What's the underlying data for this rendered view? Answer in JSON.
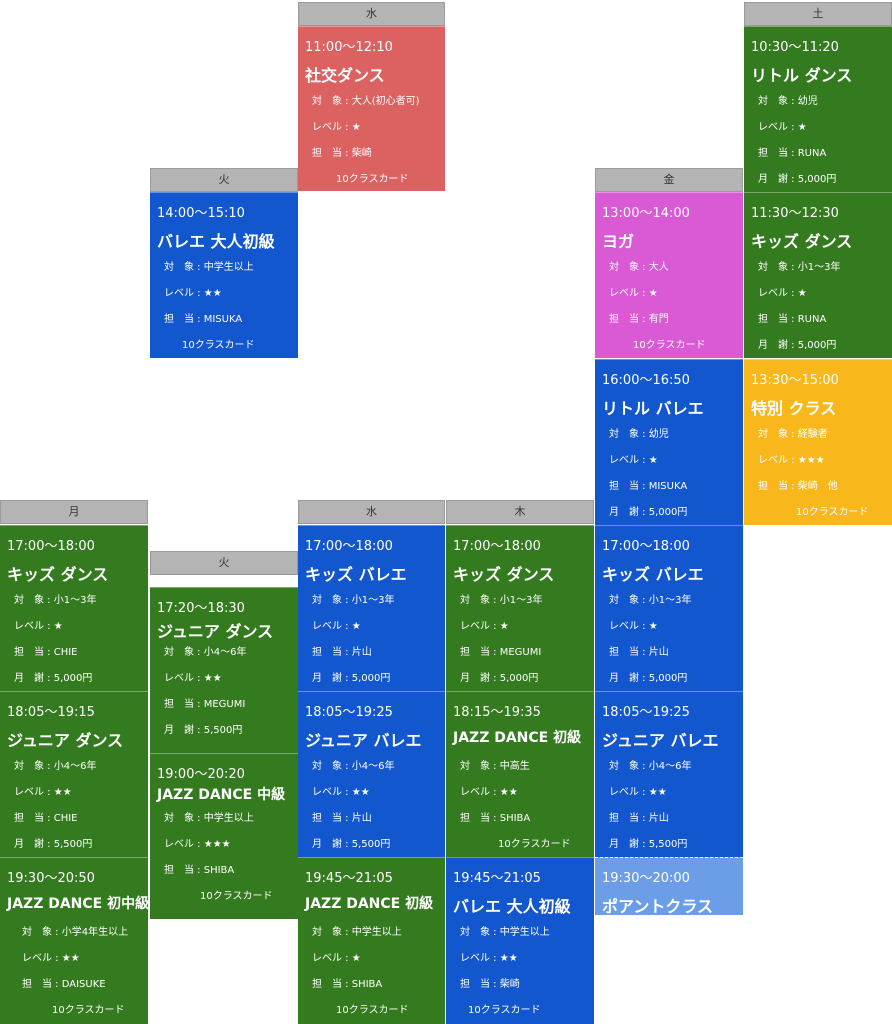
{
  "headers": {
    "wed_top": "水",
    "tue_top": "火",
    "fri_top": "金",
    "sat_top": "土",
    "mon": "月",
    "tue": "火",
    "wed": "水",
    "thu": "木"
  },
  "cards": {
    "wed_top_1": {
      "time": "11:00〜12:10",
      "title": "社交ダンス",
      "l1": "対　象 : 大人(初心者可)",
      "l2": "レベル : ★",
      "l3": "担　当 : 柴崎",
      "l4": "10クラスカード"
    },
    "tue_top_1": {
      "time": "14:00〜15:10",
      "title": "バレエ 大人初級",
      "l1": "対　象 : 中学生以上",
      "l2": "レベル : ★★",
      "l3": "担　当 : MISUKA",
      "l4": "10クラスカード"
    },
    "fri_top_1": {
      "time": "13:00〜14:00",
      "title": "ヨガ",
      "l1": "対　象 : 大人",
      "l2": "レベル : ★",
      "l3": "担　当 : 有門",
      "l4": "10クラスカード"
    },
    "fri_top_2": {
      "time": "16:00〜16:50",
      "title": "リトル バレエ",
      "l1": "対　象 : 幼児",
      "l2": "レベル : ★",
      "l3": "担　当 : MISUKA",
      "l4": "月　謝 : 5,000円"
    },
    "sat_1": {
      "time": "10:30〜11:20",
      "title": "リトル ダンス",
      "l1": "対　象 : 幼児",
      "l2": "レベル : ★",
      "l3": "担　当 : RUNA",
      "l4": "月　謝 : 5,000円"
    },
    "sat_2": {
      "time": "11:30〜12:30",
      "title": "キッズ ダンス",
      "l1": "対　象 : 小1〜3年",
      "l2": "レベル : ★",
      "l3": "担　当 : RUNA",
      "l4": "月　謝 : 5,000円"
    },
    "sat_3": {
      "time": "13:30〜15:00",
      "title": "特別 クラス",
      "l1": "対　象 : 経験者",
      "l2": "レベル : ★★★",
      "l3": "担　当 : 柴崎　他",
      "l4": "10クラスカード"
    },
    "mon_1": {
      "time": "17:00〜18:00",
      "title": "キッズ ダンス",
      "l1": "対　象 : 小1〜3年",
      "l2": "レベル : ★",
      "l3": "担　当 : CHIE",
      "l4": "月　謝 : 5,000円"
    },
    "mon_2": {
      "time": "18:05〜19:15",
      "title": "ジュニア ダンス",
      "l1": "対　象 : 小4〜6年",
      "l2": "レベル : ★★",
      "l3": "担　当 : CHIE",
      "l4": "月　謝 : 5,500円"
    },
    "mon_3": {
      "time": "19:30〜20:50",
      "title": "JAZZ DANCE 初中級",
      "l1": "対　象 : 小学4年生以上",
      "l2": "レベル : ★★",
      "l3": "担　当 : DAISUKE",
      "l4": "10クラスカード"
    },
    "tue_1": {
      "time": "17:20〜18:30",
      "title": "ジュニア ダンス",
      "l1": "対　象 : 小4〜6年",
      "l2": "レベル : ★★",
      "l3": "担　当 : MEGUMI",
      "l4": "月　謝 : 5,500円"
    },
    "tue_2": {
      "time": "19:00〜20:20",
      "title": "JAZZ DANCE 中級",
      "l1": "対　象 : 中学生以上",
      "l2": "レベル : ★★★",
      "l3": "担　当 : SHIBA",
      "l4": "10クラスカード"
    },
    "wed_1": {
      "time": "17:00〜18:00",
      "title": "キッズ バレエ",
      "l1": "対　象 : 小1〜3年",
      "l2": "レベル : ★",
      "l3": "担　当 : 片山",
      "l4": "月　謝 : 5,000円"
    },
    "wed_2": {
      "time": "18:05〜19:25",
      "title": "ジュニア バレエ",
      "l1": "対　象 : 小4〜6年",
      "l2": "レベル : ★★",
      "l3": "担　当 : 片山",
      "l4": "月　謝 : 5,500円"
    },
    "wed_3": {
      "time": "19:45〜21:05",
      "title": "JAZZ DANCE 初級",
      "l1": "対　象 : 中学生以上",
      "l2": "レベル : ★",
      "l3": "担　当 : SHIBA",
      "l4": "10クラスカード"
    },
    "thu_1": {
      "time": "17:00〜18:00",
      "title": "キッズ ダンス",
      "l1": "対　象 : 小1〜3年",
      "l2": "レベル : ★",
      "l3": "担　当 : MEGUMI",
      "l4": "月　謝 : 5,000円"
    },
    "thu_2": {
      "time": "18:15〜19:35",
      "title": "JAZZ DANCE 初級",
      "l1": "対　象 : 中高生",
      "l2": "レベル : ★★",
      "l3": "担　当 : SHIBA",
      "l4": "10クラスカード"
    },
    "thu_3": {
      "time": "19:45〜21:05",
      "title": "バレエ 大人初級",
      "l1": "対　象 : 中学生以上",
      "l2": "レベル : ★★",
      "l3": "担　当 : 柴崎",
      "l4": "10クラスカード"
    },
    "fri_1": {
      "time": "17:00〜18:00",
      "title": "キッズ バレエ",
      "l1": "対　象 : 小1〜3年",
      "l2": "レベル : ★",
      "l3": "担　当 : 片山",
      "l4": "月　謝 : 5,000円"
    },
    "fri_2": {
      "time": "18:05〜19:25",
      "title": "ジュニア バレエ",
      "l1": "対　象 : 小4〜6年",
      "l2": "レベル : ★★",
      "l3": "担　当 : 片山",
      "l4": "月　謝 : 5,500円"
    },
    "fri_3": {
      "time": "19:30〜20:00",
      "title": "ポアントクラス"
    }
  },
  "colors": {
    "green": "#347a1f",
    "blue": "#1357cf",
    "red": "#dc6262",
    "purple": "#da5ad6",
    "orange": "#f8b81b",
    "lightblue": "#6c9ee8",
    "header": "#b4b4b4"
  }
}
